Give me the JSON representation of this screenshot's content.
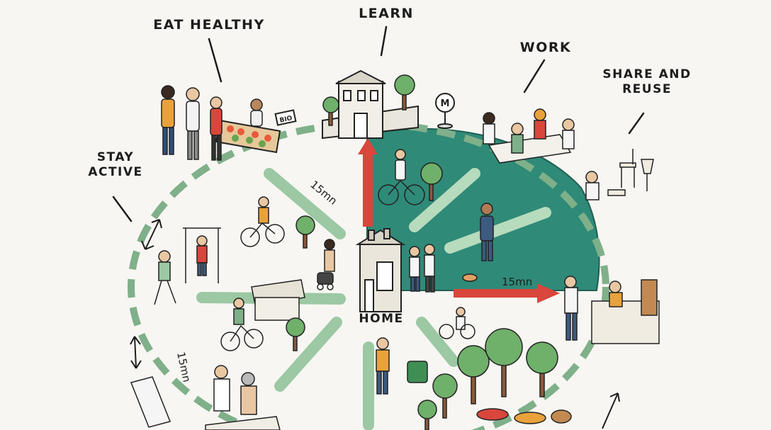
{
  "labels": {
    "eat_healthy": "EAT HEALTHY",
    "learn": "LEARN",
    "work": "WORK",
    "share_reuse": "SHARE AND\nREUSE",
    "stay_active": "STAY\nACTIVE",
    "home": "HOME"
  },
  "distances": {
    "diag_upper_left": "15mn",
    "horizontal_right": "15mn",
    "lower_left": "15mn"
  },
  "signs": {
    "metro": "M",
    "market": "BIO"
  },
  "colors": {
    "sector_fill": "#2f8a78",
    "path_green": "#9cc8a3",
    "arrow_red": "#d9463b",
    "background": "#f7f6f2",
    "ink": "#1d1d1d"
  }
}
